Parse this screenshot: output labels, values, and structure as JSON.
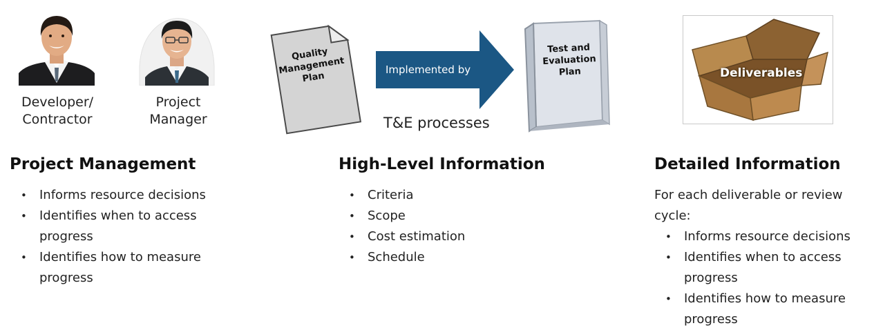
{
  "people": [
    {
      "label": "Developer/\nContractor",
      "icon": "person-developer-icon"
    },
    {
      "label": "Project\nManager",
      "icon": "person-manager-icon"
    }
  ],
  "process": {
    "qmp_document": "Quality\nManagement\nPlan",
    "arrow_label": "Implemented by",
    "tep_binder": "Test and\nEvaluation\nPlan",
    "caption": "T&E processes",
    "deliverables_label": "Deliverables"
  },
  "sections": [
    {
      "title": "Project Management",
      "bullets": [
        "Informs resource decisions",
        "Identifies when to access progress",
        "Identifies how to measure progress"
      ]
    },
    {
      "title": "High-Level Information",
      "bullets": [
        "Criteria",
        "Scope",
        "Cost estimation",
        "Schedule"
      ]
    },
    {
      "title": "Detailed Information",
      "intro": "For each deliverable or review cycle:",
      "bullets": [
        "Informs resource decisions",
        "Identifies when to access progress",
        "Identifies how to measure progress"
      ]
    }
  ],
  "colors": {
    "arrow": "#1b5784",
    "box": "#a9773f",
    "binder": "#dfe3ea",
    "text": "#222222"
  }
}
